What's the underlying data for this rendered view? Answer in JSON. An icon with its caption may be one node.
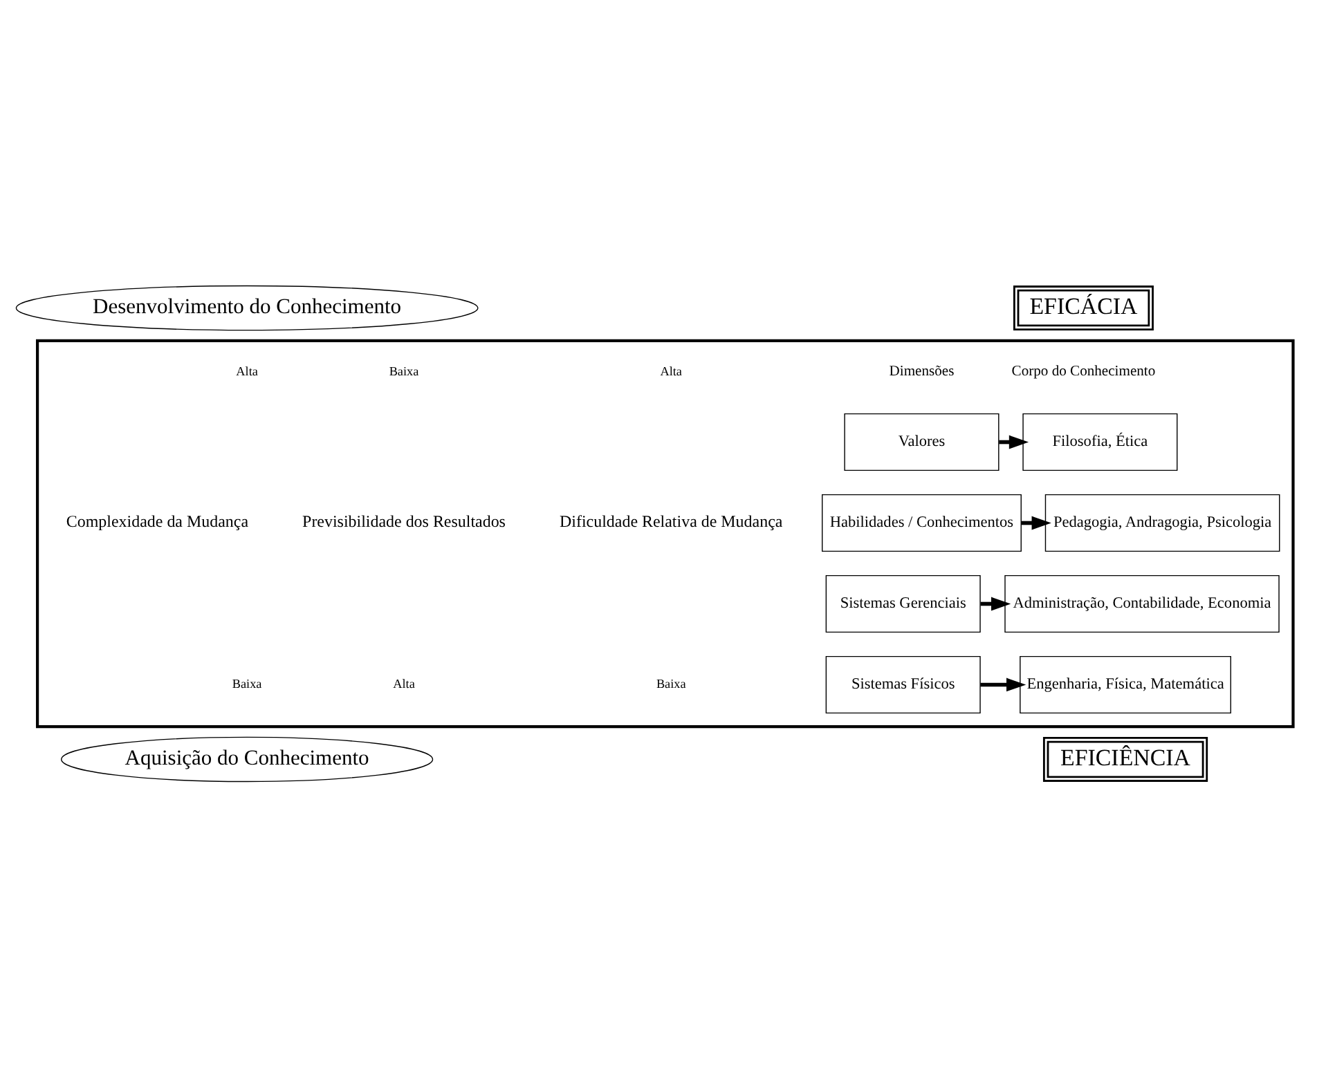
{
  "diagram": {
    "nodes": [
      {
        "text": [
          "Desenvolvimento do Conhecimento"
        ]
      },
      {
        "text": [
          "EFICÁCIA"
        ]
      },
      {
        "text": [],
        "shape": "box"
      },
      {
        "text": [
          "Valores"
        ],
        "in": 2
      },
      {
        "text": [
          "Filosofia, Ética"
        ],
        "in": 2
      },
      {
        "text": [
          "Habilidades / Conhecimentos"
        ],
        "in": 2
      },
      {
        "text": [
          "Pedagogia, Andragogia, Psicologia"
        ],
        "in": 2
      },
      {
        "text": [
          "Sistemas Gerenciais"
        ],
        "in": 2
      },
      {
        "text": [
          "Administração, Contabilidade, Economia"
        ],
        "in": 2
      },
      {
        "text": [
          "Sistemas Físicos"
        ],
        "in": 2
      },
      {
        "text": [
          "Engenharia, Física, Matemática"
        ],
        "in": 2
      },
      {
        "text": [
          "Aquisição do Conhecimento"
        ]
      },
      {
        "text": [
          "EFICIÊNCIA"
        ]
      }
    ],
    "edges": [
      {
        "from": 3,
        "to": 4,
        "arrow": "to"
      },
      {
        "from": 5,
        "to": 6,
        "arrow": "to"
      },
      {
        "from": 7,
        "to": 8,
        "arrow": "to"
      },
      {
        "from": 9,
        "to": 10,
        "arrow": "to"
      }
    ],
    "labels": [
      "Alta",
      "Baixa",
      "Alta",
      "Dimensões",
      "Corpo do Conhecimento",
      "Complexidade da Mudança",
      "Previsibilidade dos Resultados",
      "Dificuldade Relativa de Mudança",
      "Baixa",
      "Alta",
      "Baixa"
    ]
  }
}
